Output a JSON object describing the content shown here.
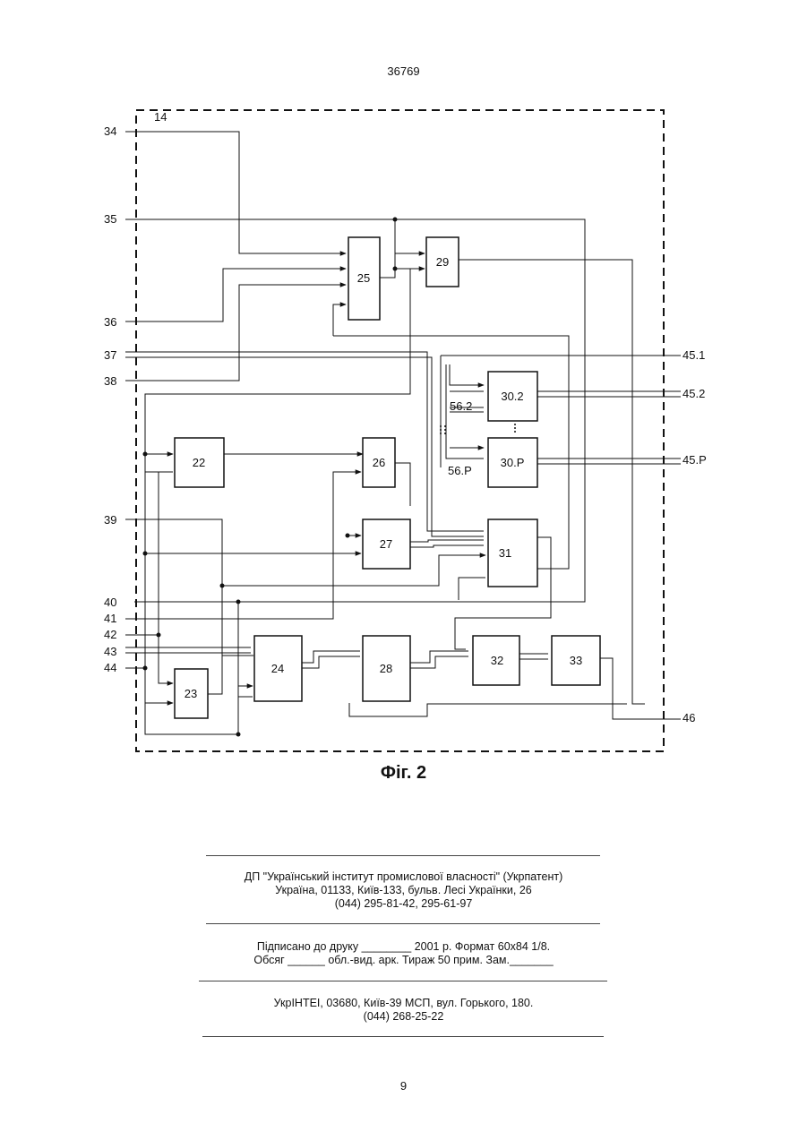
{
  "header": {
    "doc_number": "36769"
  },
  "figure": {
    "caption": "Фіг. 2",
    "frame_label": "14",
    "blocks": [
      {
        "id": "b22",
        "label": "22"
      },
      {
        "id": "b23",
        "label": "23"
      },
      {
        "id": "b24",
        "label": "24"
      },
      {
        "id": "b25",
        "label": "25"
      },
      {
        "id": "b26",
        "label": "26"
      },
      {
        "id": "b27",
        "label": "27"
      },
      {
        "id": "b28",
        "label": "28"
      },
      {
        "id": "b29",
        "label": "29"
      },
      {
        "id": "b302",
        "label": "30.2"
      },
      {
        "id": "b30P",
        "label": "30.P"
      },
      {
        "id": "b31",
        "label": "31"
      },
      {
        "id": "b32",
        "label": "32"
      },
      {
        "id": "b33",
        "label": "33"
      }
    ],
    "input_labels": [
      "34",
      "35",
      "36",
      "37",
      "38",
      "39",
      "40",
      "41",
      "42",
      "43",
      "44"
    ],
    "output_labels": [
      "45.1",
      "45.2",
      "45.P",
      "46"
    ],
    "inner_labels": [
      "56.2",
      "56.P"
    ]
  },
  "colophon": {
    "publisher_line1": "ДП \"Український інститут промислової власності\" (Укрпатент)",
    "publisher_line2": "Україна, 01133, Київ-133, бульв. Лесі Українки, 26",
    "publisher_line3": "(044) 295-81-42, 295-61-97",
    "print_line1": "Підписано до друку ________ 2001 р.    Формат 60х84 1/8.",
    "print_line2": "Обсяг ______ обл.-вид. арк.   Тираж 50 прим.    Зам._______",
    "printer_line1": "УкрІНТЕІ, 03680, Київ-39 МСП, вул. Горького, 180.",
    "printer_line2": "(044) 268-25-22"
  },
  "footer": {
    "page_number": "9"
  }
}
